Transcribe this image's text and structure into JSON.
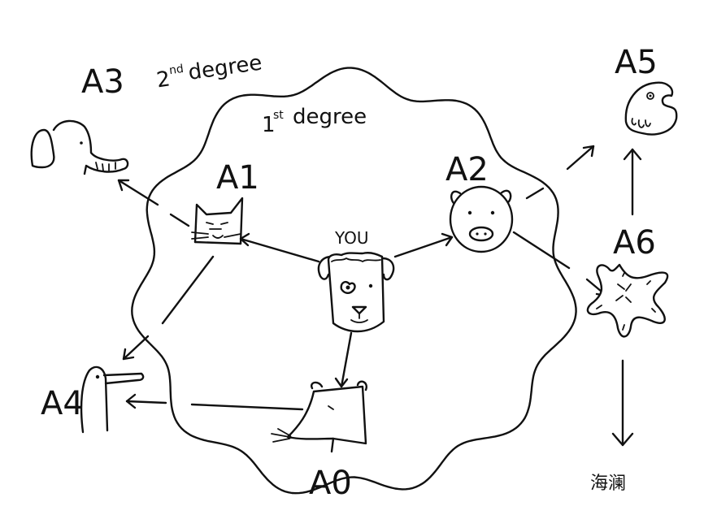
{
  "labels": {
    "second_degree": "2nd degree",
    "second_degree_num": "2",
    "second_degree_sup": "nd",
    "second_degree_word": "degree",
    "first_degree_num": "1",
    "first_degree_sup": "st",
    "first_degree_word": "degree",
    "you": "YOU",
    "a0": "A0",
    "a1": "A1",
    "a2": "A2",
    "a3": "A3",
    "a4": "A4",
    "a5": "A5",
    "a6": "A6",
    "watermark": "海澜"
  },
  "nodes": [
    {
      "id": "you",
      "animal": "dog-icon"
    },
    {
      "id": "a0",
      "animal": "rat-icon"
    },
    {
      "id": "a1",
      "animal": "cat-icon"
    },
    {
      "id": "a2",
      "animal": "pig-icon"
    },
    {
      "id": "a3",
      "animal": "elephant-icon"
    },
    {
      "id": "a4",
      "animal": "bird-icon"
    },
    {
      "id": "a5",
      "animal": "fish-icon"
    },
    {
      "id": "a6",
      "animal": "starfish-icon"
    }
  ],
  "edges": [
    {
      "from": "you",
      "to": "a1"
    },
    {
      "from": "you",
      "to": "a2"
    },
    {
      "from": "you",
      "to": "a0"
    },
    {
      "from": "a1",
      "to": "a3"
    },
    {
      "from": "a1",
      "to": "a4"
    },
    {
      "from": "a0",
      "to": "a4"
    },
    {
      "from": "a2",
      "to": "a5"
    },
    {
      "from": "a2",
      "to": "a6"
    },
    {
      "from": "a6",
      "to": "a5"
    },
    {
      "from": "a6",
      "to": "down"
    }
  ],
  "colors": {
    "ink": "#111111",
    "paper": "#ffffff"
  }
}
